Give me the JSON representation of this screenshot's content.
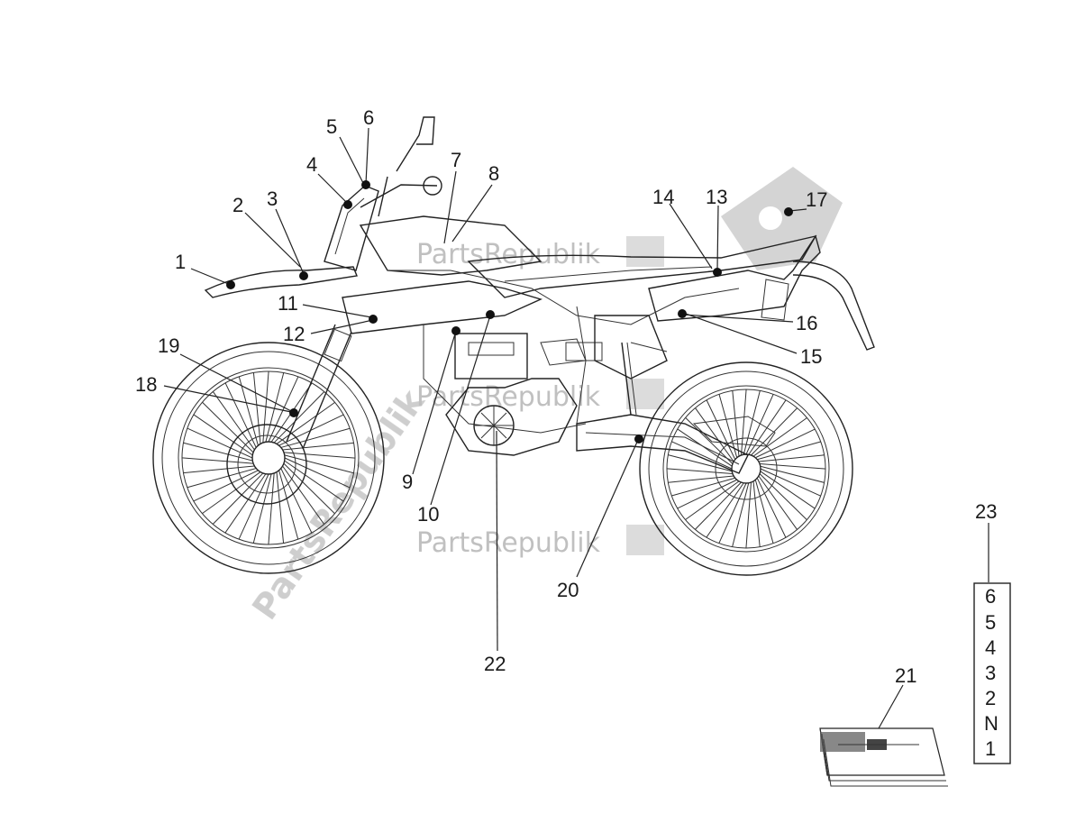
{
  "watermark": {
    "brand_text": "PartsRepublik",
    "diagonal_text": "PartsRepublik"
  },
  "callouts": [
    "1",
    "2",
    "3",
    "4",
    "5",
    "6",
    "7",
    "8",
    "9",
    "10",
    "11",
    "12",
    "13",
    "14",
    "15",
    "16",
    "17",
    "18",
    "19",
    "20",
    "21",
    "22",
    "23"
  ],
  "gear_indicator": {
    "callout": "23",
    "positions": [
      "6",
      "5",
      "4",
      "3",
      "2",
      "N",
      "1"
    ]
  },
  "colors": {
    "line": "#222222",
    "watermark": "#c9c9c9",
    "background": "#ffffff"
  }
}
